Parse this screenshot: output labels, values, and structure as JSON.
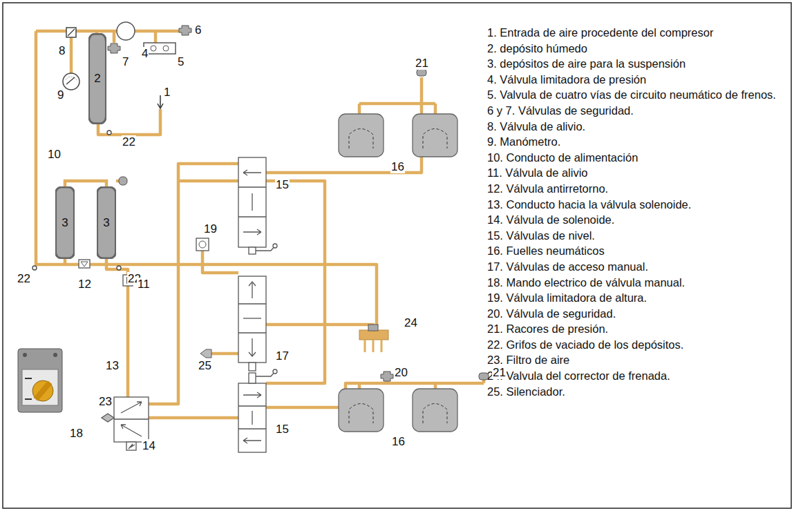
{
  "diagram": {
    "nodes": [
      {
        "text": [
          "2"
        ]
      },
      {
        "text": [
          "3"
        ]
      },
      {
        "text": [
          "3"
        ]
      }
    ],
    "edges": [
      {
        "from": 1,
        "to": 2,
        "arrow": "none"
      }
    ],
    "labels": [
      "8",
      "6",
      "4",
      "7",
      "5",
      "9",
      "1",
      "22",
      "10",
      "22",
      "22",
      "12",
      "11",
      "13",
      "15",
      "19",
      "25",
      "17",
      "15",
      "16",
      "21",
      "24",
      "20",
      "21",
      "16",
      "23",
      "14",
      "18",
      "1. Entrada de aire procedente del compresor",
      "2. depósito húmedo",
      "3. depósitos de aire para la suspensión",
      "4. Válvula limitadora de presión",
      "5. Valvula de cuatro vías de circuito neumático de frenos.",
      "6 y 7. Válvulas de seguridad.",
      "8. Válvula de alivio.",
      "9. Manómetro.",
      "10. Conducto de alimentación",
      "11. Válvula de alivio",
      "12. Válvula antirretorno.",
      "13. Conducto hacia la válvula solenoide.",
      "14. Válvula de solenoide.",
      "15. Válvulas de nivel.",
      "16. Fuelles neumáticos",
      "17. Válvulas de acceso manual.",
      "18. Mando electrico de válvula manual.",
      "19. Válvula limitadora de altura.",
      "20. Válvula de seguridad.",
      "21. Racores de presión.",
      "22. Grifos de vaciado de los depósitos.",
      "23. Filtro de aire",
      "24. Valvula del corrector de frenada.",
      "25. Silenciador."
    ]
  }
}
